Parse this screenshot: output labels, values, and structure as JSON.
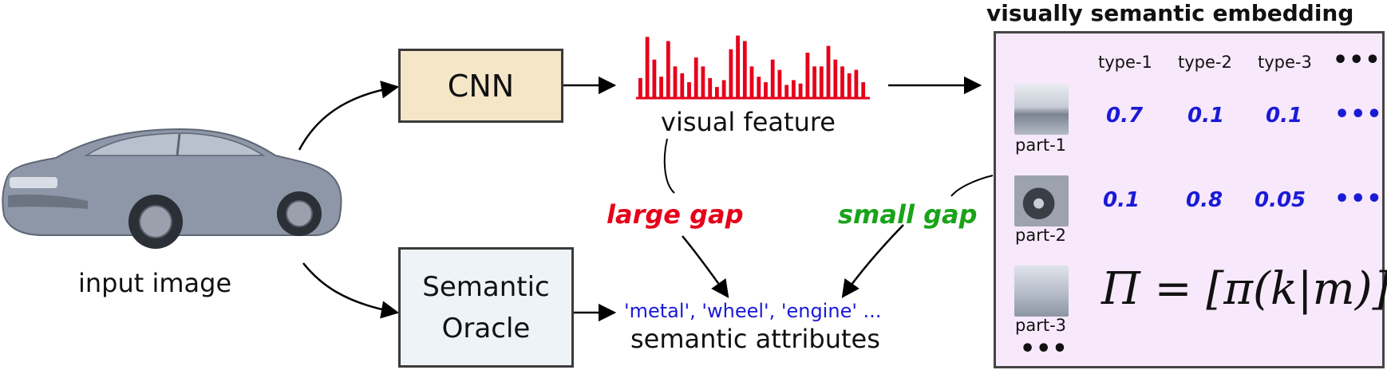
{
  "input": {
    "label": "input image"
  },
  "cnn": {
    "label": "CNN"
  },
  "oracle": {
    "line1": "Semantic",
    "line2": "Oracle"
  },
  "visual_feature": {
    "label": "visual feature"
  },
  "semantic_attributes": {
    "values": "'metal', 'wheel', 'engine' ...",
    "label": "semantic attributes"
  },
  "gaps": {
    "large": "large gap",
    "small": "small gap"
  },
  "embedding": {
    "title": "visually semantic embedding",
    "types": [
      "type-1",
      "type-2",
      "type-3"
    ],
    "type_ellipsis": "•••",
    "parts": [
      "part-1",
      "part-2",
      "part-3"
    ],
    "part_ellipsis": "•••",
    "rows": [
      [
        "0.7",
        "0.1",
        "0.1"
      ],
      [
        "0.1",
        "0.8",
        "0.05"
      ]
    ],
    "row_ellipsis": "•••",
    "formula": "Π = [π(k|m)]"
  },
  "colors": {
    "large_gap": "#e6001a",
    "small_gap": "#1aa31a",
    "matrix_values": "#1a1ad6",
    "feature_bars": "#e6001a"
  },
  "feature_bars": [
    0.28,
    0.88,
    0.55,
    0.3,
    0.82,
    0.45,
    0.35,
    0.22,
    0.58,
    0.45,
    0.28,
    0.15,
    0.25,
    0.7,
    0.9,
    0.82,
    0.45,
    0.3,
    0.22,
    0.55,
    0.4,
    0.18,
    0.25,
    0.2,
    0.65,
    0.45,
    0.45,
    0.75,
    0.55,
    0.45,
    0.35,
    0.4,
    0.22
  ]
}
